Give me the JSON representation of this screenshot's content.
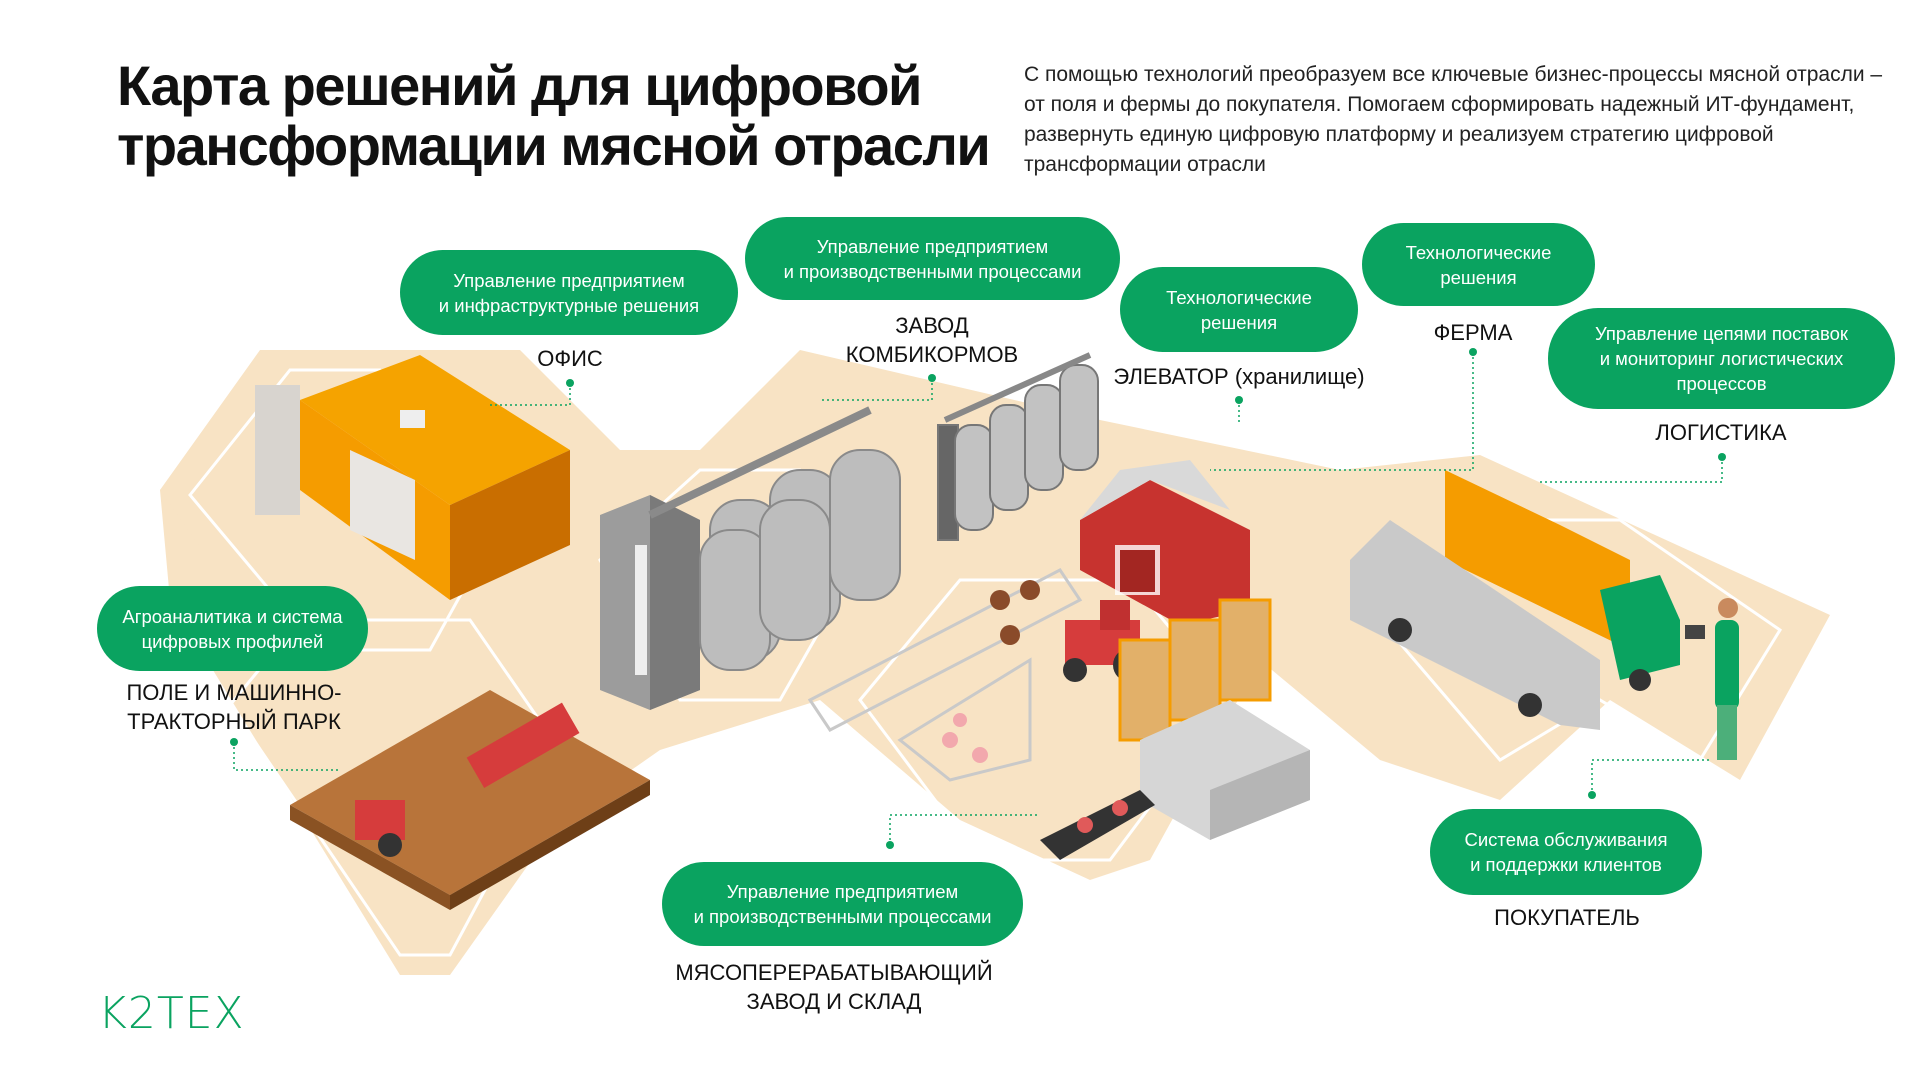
{
  "header": {
    "title_line1": "Карта решений для цифровой",
    "title_line2": "трансформации мясной отрасли",
    "intro": "С помощью технологий преобразуем все ключевые бизнес-процессы мясной отрасли – от поля и фермы до покупателя. Помогаем сформировать надежный ИТ-фундамент, развернуть единую цифровую платформу и реализуем стратегию цифровой трансформации отрасли"
  },
  "nodes": [
    {
      "id": "office",
      "solution": "Управление предприятием\nи инфраструктурные решения",
      "label": "ОФИС"
    },
    {
      "id": "feed-mill",
      "solution": "Управление предприятием\nи производственными процессами",
      "label": "ЗАВОД\nКОМБИКОРМОВ"
    },
    {
      "id": "elevator",
      "solution": "Технологические\nрешения",
      "label": "ЭЛЕВАТОР (хранилище)"
    },
    {
      "id": "farm",
      "solution": "Технологические\nрешения",
      "label": "ФЕРМА"
    },
    {
      "id": "logistics",
      "solution": "Управление цепями поставок\nи мониторинг логистических\nпроцессов",
      "label": "ЛОГИСТИКА"
    },
    {
      "id": "field",
      "solution": "Агроаналитика и система\nцифровых профилей",
      "label": "ПОЛЕ И МАШИННО-\nТРАКТОРНЫЙ ПАРК"
    },
    {
      "id": "meat-plant",
      "solution": "Управление предприятием\nи производственными процессами",
      "label": "МЯСОПЕРЕРАБАТЫВАЮЩИЙ\nЗАВОД И СКЛАД"
    },
    {
      "id": "customer",
      "solution": "Система обслуживания\nи поддержки клиентов",
      "label": "ПОКУПАТЕЛЬ"
    }
  ],
  "logo": "K2TEX",
  "colors": {
    "accent": "#0aa360",
    "ground": "#f8e3c4",
    "orange": "#f59c00",
    "red": "#d63c3c"
  }
}
